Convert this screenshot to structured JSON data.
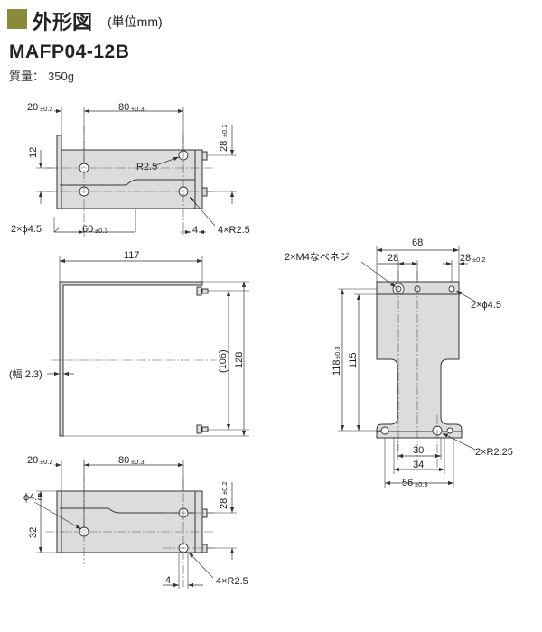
{
  "header": {
    "title": "外形図",
    "unit": "(単位mm)",
    "model": "MAFP04-12B",
    "mass_label": "質量：",
    "mass_value": "350g"
  },
  "views": {
    "top_view": {
      "dim_20": "20",
      "dim_80": "80",
      "tol_02": "±0.2",
      "tol_03": "±0.3",
      "dim_28": "28",
      "dim_12": "12",
      "radius": "R2.5",
      "holes": "2×ϕ4.5",
      "dim_60": "60",
      "dim_4": "4",
      "slots": "4×R2.5"
    },
    "side_view": {
      "dim_117": "117",
      "dim_106": "(106)",
      "dim_128": "128",
      "width_note": "(幅 2.3)"
    },
    "bottom_view": {
      "dim_20": "20",
      "dim_80": "80",
      "tol_02": "±0.2",
      "tol_03": "±0.3",
      "hole": "ϕ4.5",
      "dim_32": "32",
      "dim_28": "28",
      "dim_4": "4",
      "slots": "4×R2.5"
    },
    "front_view": {
      "dim_68": "68",
      "screws": "2×M4なべネジ",
      "dim_28_left": "28",
      "dim_28_right": "28",
      "tol_02": "±0.2",
      "tol_03": "±0.3",
      "holes": "2×ϕ4.5",
      "dim_118": "118",
      "dim_115": "115",
      "dim_30": "30",
      "dim_34": "34",
      "dim_56": "56",
      "radius": "2×R2.25"
    }
  }
}
